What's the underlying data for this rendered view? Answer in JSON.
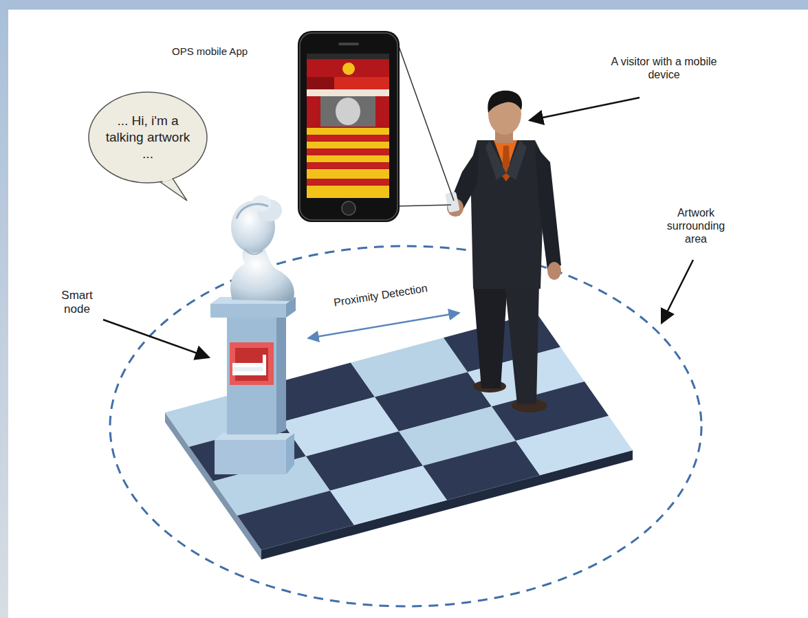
{
  "diagram": {
    "nodes": [
      {
        "text": [
          "... Hi, i'm a talking artwork ..."
        ]
      }
    ],
    "labels": [
      "OPS mobile App",
      "A visitor with a mobile device",
      "Artwork surrounding area",
      "Smart node",
      "Proximity Detection"
    ]
  }
}
